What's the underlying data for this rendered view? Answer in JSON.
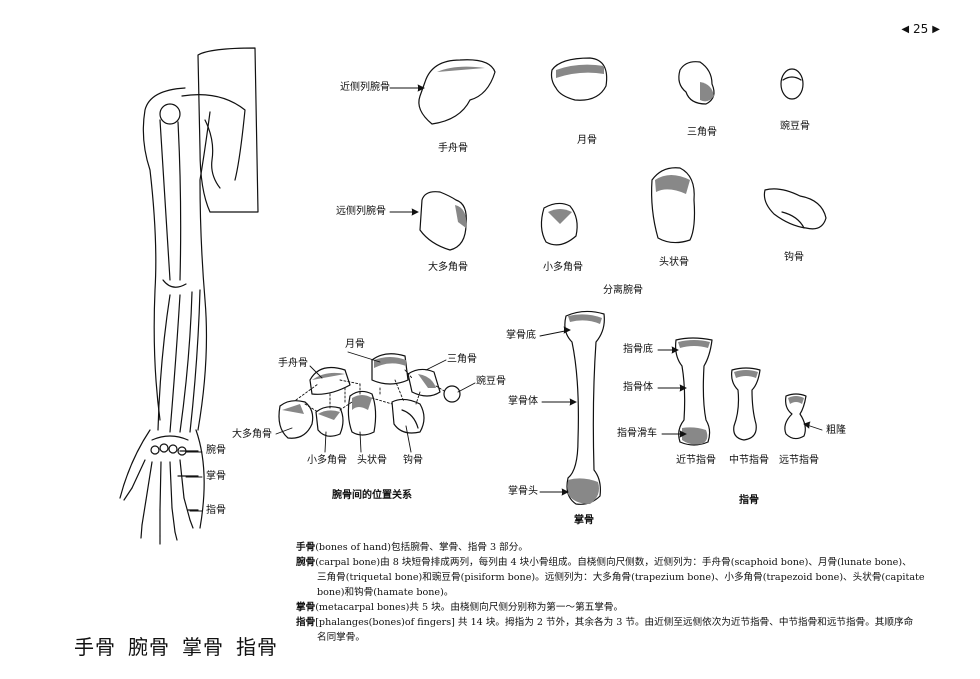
{
  "page": {
    "number": "25",
    "prev_icon": "triangle-left-icon",
    "next_icon": "triangle-right-icon"
  },
  "chapter_title": [
    "手骨",
    "腕骨",
    "掌骨",
    "指骨"
  ],
  "arm_labels": {
    "carpal": "腕骨",
    "metacarpal": "掌骨",
    "phalanges": "指骨"
  },
  "separated_carpals": {
    "title": "分离腕骨",
    "proximal_row": "近侧列腕骨",
    "distal_row": "远侧列腕骨",
    "scaphoid": "手舟骨",
    "lunate": "月骨",
    "triquetral": "三角骨",
    "pisiform": "豌豆骨",
    "trapezium": "大多角骨",
    "trapezoid": "小多角骨",
    "capitate": "头状骨",
    "hamate": "钩骨"
  },
  "carpal_relations": {
    "title": "腕骨间的位置关系",
    "lunate": "月骨",
    "scaphoid": "手舟骨",
    "triquetral": "三角骨",
    "pisiform": "豌豆骨",
    "trapezium": "大多角骨",
    "trapezoid": "小多角骨",
    "capitate": "头状骨",
    "hamate": "钩骨"
  },
  "metacarpal": {
    "title": "掌骨",
    "base": "掌骨底",
    "body": "掌骨体",
    "head": "掌骨头"
  },
  "phalanx": {
    "title": "指骨",
    "base": "指骨底",
    "body": "指骨体",
    "trochlea": "指骨滑车",
    "tuberosity": "粗隆",
    "proximal": "近节指骨",
    "middle": "中节指骨",
    "distal": "远节指骨"
  },
  "description": {
    "hand": {
      "term": "手骨",
      "text": "(bones of hand)包括腕骨、掌骨、指骨 3 部分。"
    },
    "carpal": {
      "term": "腕骨",
      "text": "(carpal bone)由 8 块短骨排成两列，每列由 4 块小骨组成。自桡侧向尺侧数，近侧列为：手舟骨(scaphoid bone)、月骨(lunate bone)、",
      "cont1": "三角骨(triquetal bone)和豌豆骨(pisiform bone)。远侧列为：大多角骨(trapezium bone)、小多角骨(trapezoid bone)、头状骨(capitate",
      "cont2": "bone)和钩骨(hamate bone)。"
    },
    "metacarpal": {
      "term": "掌骨",
      "text": "(metacarpal bones)共 5 块。由桡侧向尺侧分别称为第一～第五掌骨。"
    },
    "phalanges": {
      "term": "指骨",
      "text": "[phalanges(bones)of fingers] 共 14 块。拇指为 2 节外，其余各为 3 节。由近侧至远侧依次为近节指骨、中节指骨和远节指骨。其顺序命",
      "cont1": "名同掌骨。"
    }
  }
}
